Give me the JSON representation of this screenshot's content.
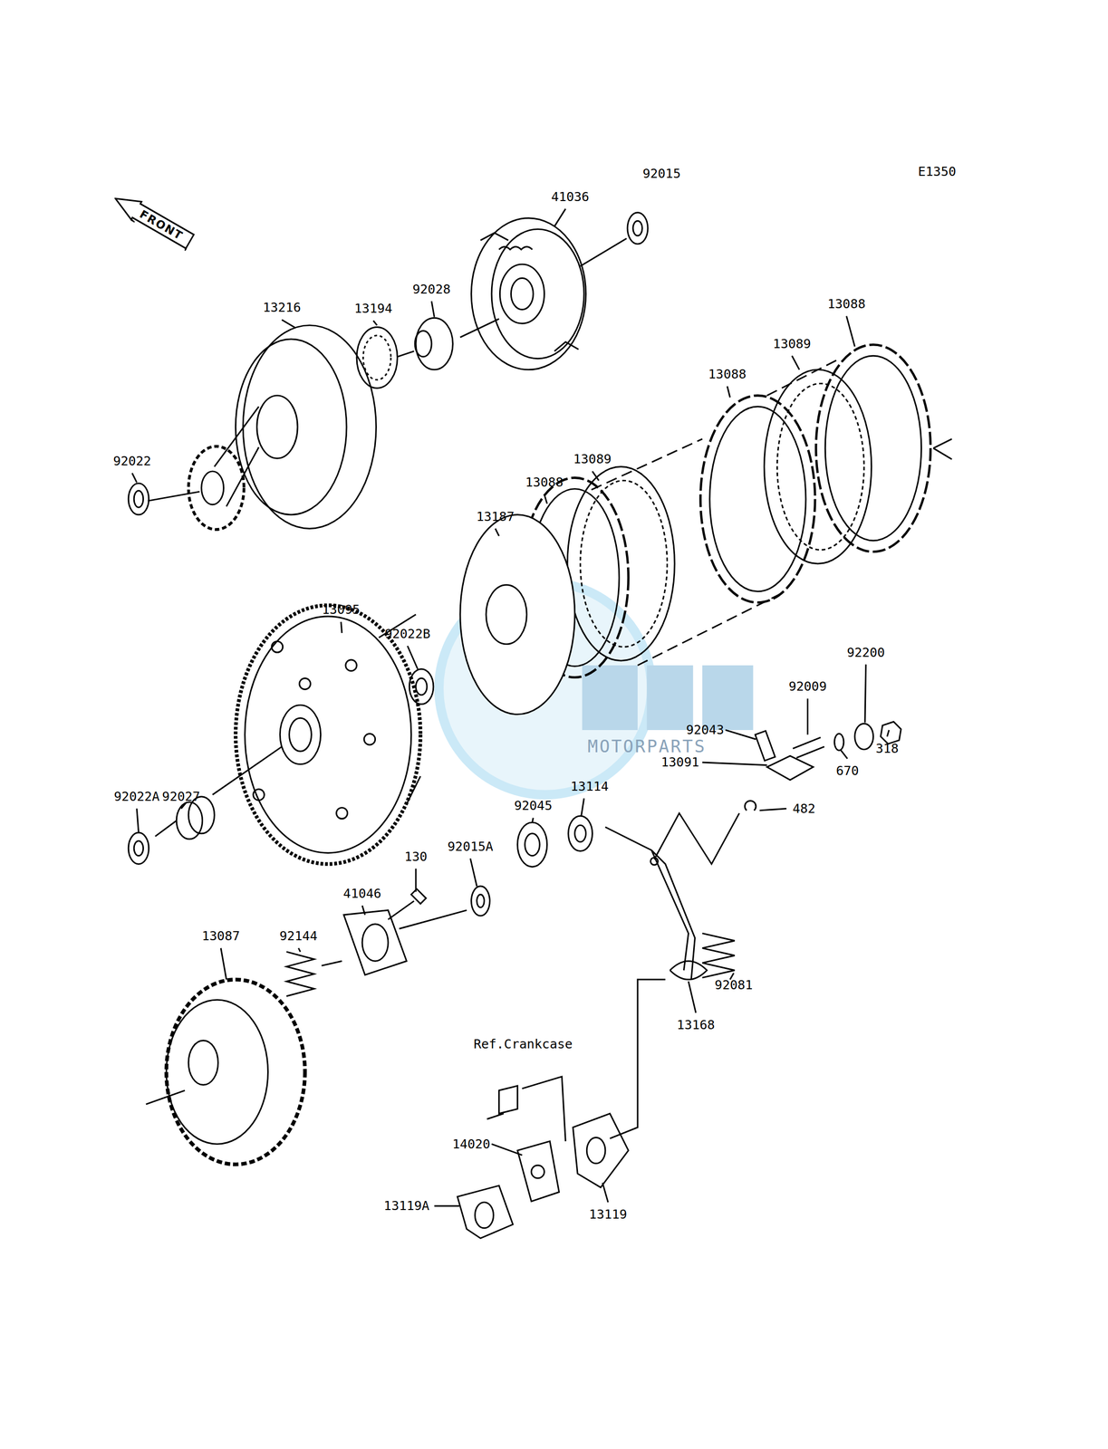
{
  "diagram": {
    "nodes": [
      {
        "text": [
          "FRONT"
        ]
      }
    ],
    "labels": [
      "E1350",
      "92015",
      "41036",
      "13216",
      "13194",
      "92028",
      "13088",
      "13089",
      "13088",
      "92022",
      "13089",
      "13088",
      "13187",
      "13095",
      "92022B",
      "92200",
      "92009",
      "92043",
      "MOTORPARTS",
      "13091",
      "670",
      "318",
      "13114",
      "92045",
      "482",
      "92027",
      "92022A",
      "130",
      "92015A",
      "41046",
      "13087",
      "92144",
      "92081",
      "13168",
      "Ref.Crankcase",
      "14020",
      "13119A",
      "13119"
    ]
  }
}
